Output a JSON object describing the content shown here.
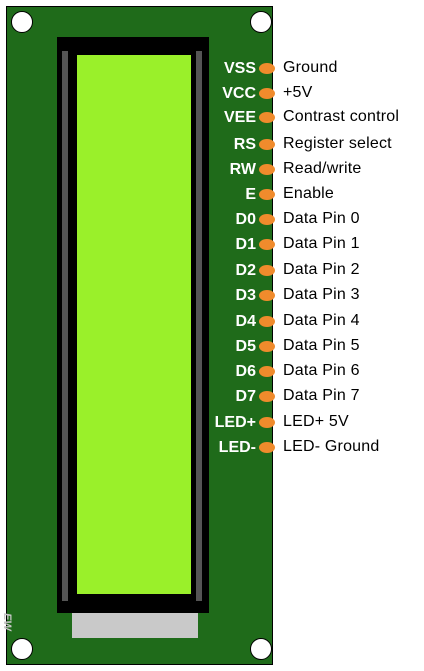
{
  "maker_mark": "EW",
  "pins": [
    {
      "pin": "VSS",
      "desc": "Ground"
    },
    {
      "pin": "VCC",
      "desc": "+5V"
    },
    {
      "pin": "VEE",
      "desc": "Contrast control"
    },
    {
      "pin": "RS",
      "desc": "Register select"
    },
    {
      "pin": "RW",
      "desc": "Read/write"
    },
    {
      "pin": "E",
      "desc": "Enable"
    },
    {
      "pin": "D0",
      "desc": "Data Pin 0"
    },
    {
      "pin": "D1",
      "desc": "Data Pin 1"
    },
    {
      "pin": "D2",
      "desc": "Data Pin 2"
    },
    {
      "pin": "D3",
      "desc": "Data Pin 3"
    },
    {
      "pin": "D4",
      "desc": "Data Pin 4"
    },
    {
      "pin": "D5",
      "desc": "Data Pin 5"
    },
    {
      "pin": "D6",
      "desc": "Data Pin 6"
    },
    {
      "pin": "D7",
      "desc": "Data Pin 7"
    },
    {
      "pin": "LED+",
      "desc": "LED+ 5V"
    },
    {
      "pin": "LED-",
      "desc": "LED- Ground"
    }
  ]
}
